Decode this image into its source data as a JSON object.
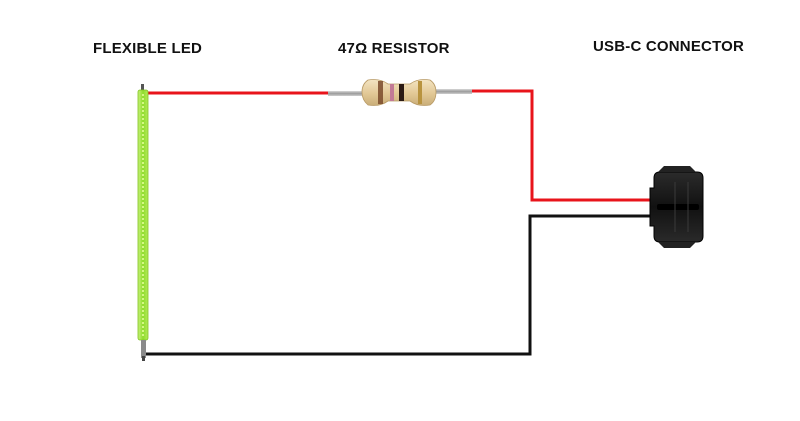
{
  "labels": {
    "led": "FLEXIBLE LED",
    "resistor": "47Ω RESISTOR",
    "connector": "USB-C CONNECTOR"
  },
  "colors": {
    "positive_wire": "#e8141b",
    "negative_wire": "#111111",
    "led_body": "#9be23a",
    "resistor_body": "#e7d2a8",
    "connector_body": "#1a1a1a"
  }
}
